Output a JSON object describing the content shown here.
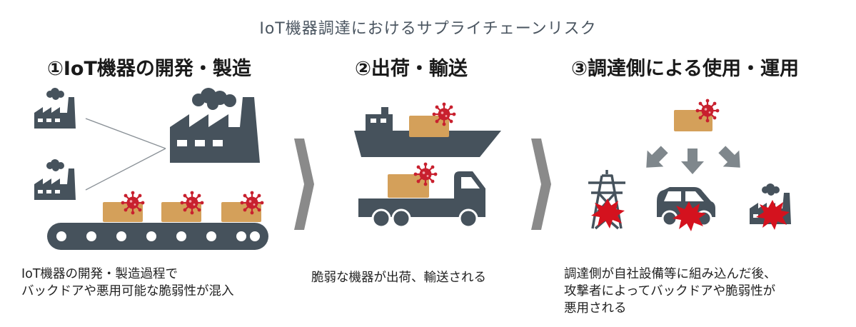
{
  "title": "IoT機器調達におけるサプライチェーンリスク",
  "steps": [
    {
      "heading": "①IoT機器の開発・製造",
      "description": [
        "IoT機器の開発・製造過程で",
        "バックドアや悪用可能な脆弱性が混入"
      ]
    },
    {
      "heading": "②出荷・輸送",
      "description": [
        "脆弱な機器が出荷、輸送される"
      ]
    },
    {
      "heading": "③調達側による使用・運用",
      "description": [
        "調達側が自社設備等に組み込んだ後、",
        "攻撃者によってバックドアや脆弱性が",
        "悪用される"
      ]
    }
  ],
  "colors": {
    "icon": "#46525c",
    "box": "#d4a05a",
    "virus": "#c8202e",
    "arrow": "#8a8a8a",
    "title_text": "#4a5560"
  },
  "icons": [
    "factory-icon",
    "conveyor-belt-icon",
    "cargo-ship-icon",
    "truck-icon",
    "device-box-icon",
    "virus-icon",
    "power-tower-icon",
    "car-icon",
    "explosion-icon",
    "arrow-icon"
  ]
}
